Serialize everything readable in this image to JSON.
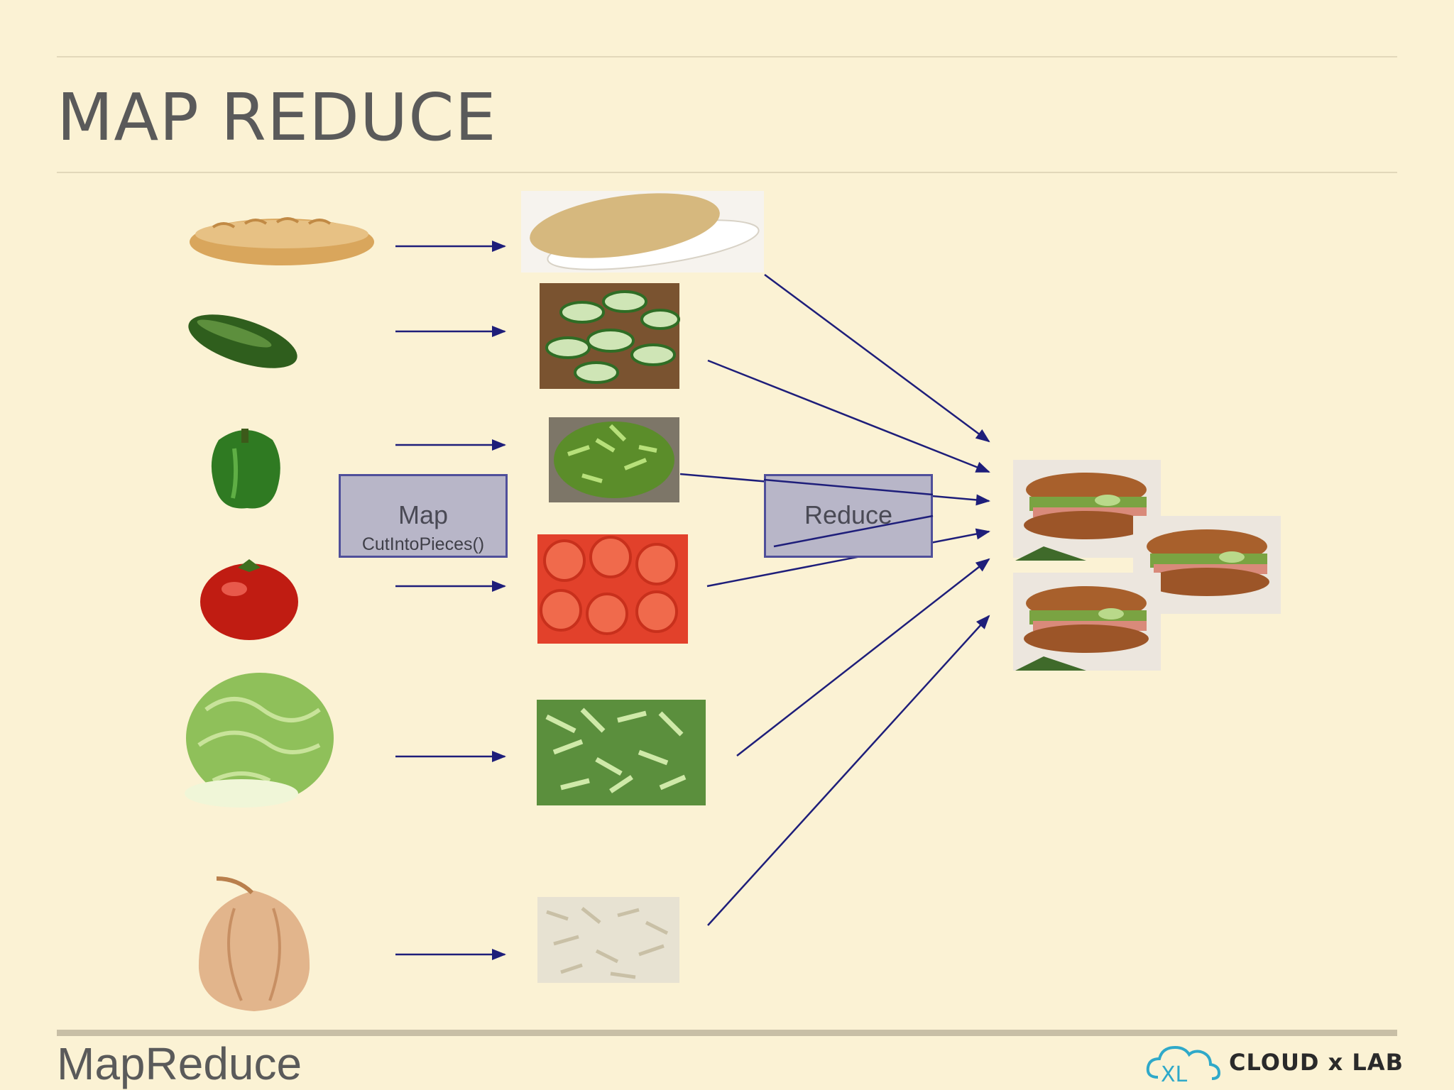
{
  "slide": {
    "title": "MAP REDUCE",
    "footer": "MapReduce",
    "brand": "CLOUD x LAB",
    "brand_icon": "cloudxlab-logo-icon"
  },
  "stages": {
    "map": {
      "name": "Map",
      "function": "CutIntoPieces()"
    },
    "reduce": {
      "name": "Reduce"
    }
  },
  "diagram": {
    "inputs": [
      "bread-loaf",
      "cucumber",
      "green-pepper",
      "tomato",
      "lettuce",
      "onion"
    ],
    "mapped": [
      "sliced-bread",
      "cucumber-slices",
      "chopped-pepper",
      "tomato-slices",
      "shredded-lettuce",
      "chopped-onion"
    ],
    "outputs": [
      "sandwich",
      "sandwich",
      "sandwich"
    ]
  },
  "colors": {
    "background": "#fbf2d4",
    "arrow": "#1e1e7a",
    "box_fill": "#b8b6c8",
    "box_border": "#4f4f9a"
  }
}
